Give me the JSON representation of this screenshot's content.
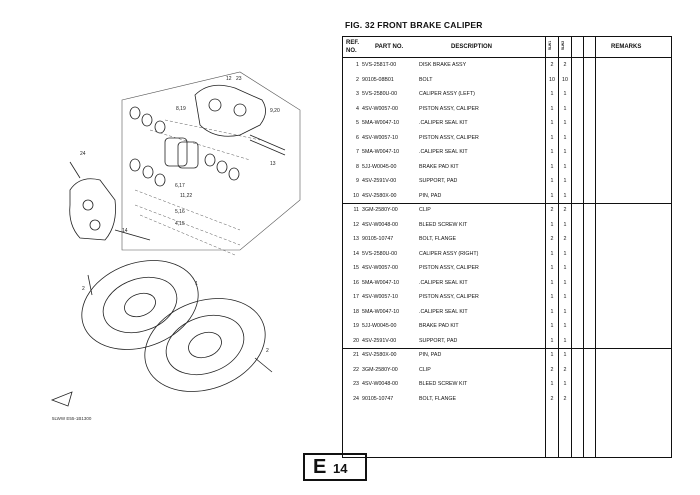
{
  "figure": {
    "title": "FIG. 32  FRONT BRAKE CALIPER",
    "footnote": "5LWW E55-1B1300"
  },
  "table": {
    "headers": {
      "ref": "REF.",
      "ref2": "NO.",
      "part_no": "PART NO.",
      "description": "DESCRIPTION",
      "q1": "5LW1",
      "q2": "5LW2",
      "remarks": "REMARKS"
    },
    "rows": [
      {
        "ref": "1",
        "part_no": "5VS-2581T-00",
        "desc": "DISK BRAKE ASSY",
        "q1": "2",
        "q2": "2"
      },
      {
        "ref": "2",
        "part_no": "90105-08B01",
        "desc": "BOLT",
        "q1": "10",
        "q2": "10"
      },
      {
        "ref": "3",
        "part_no": "5VS-2580U-00",
        "desc": "CALIPER ASSY (LEFT)",
        "q1": "1",
        "q2": "1"
      },
      {
        "ref": "4",
        "part_no": "4SV-W0057-00",
        "desc": "PISTON ASSY, CALIPER",
        "q1": "1",
        "q2": "1"
      },
      {
        "ref": "5",
        "part_no": "5MA-W0047-10",
        "desc": ".CALIPER SEAL KIT",
        "q1": "1",
        "q2": "1"
      },
      {
        "ref": "6",
        "part_no": "4SV-W0057-10",
        "desc": "PISTON ASSY, CALIPER",
        "q1": "1",
        "q2": "1"
      },
      {
        "ref": "7",
        "part_no": "5MA-W0047-10",
        "desc": ".CALIPER SEAL KIT",
        "q1": "1",
        "q2": "1"
      },
      {
        "ref": "8",
        "part_no": "5JJ-W0045-00",
        "desc": "BRAKE PAD KIT",
        "q1": "1",
        "q2": "1"
      },
      {
        "ref": "9",
        "part_no": "4SV-2591V-00",
        "desc": "SUPPORT, PAD",
        "q1": "1",
        "q2": "1"
      },
      {
        "ref": "10",
        "part_no": "4SV-2580X-00",
        "desc": "PIN, PAD",
        "q1": "1",
        "q2": "1"
      },
      {
        "ref": "11",
        "part_no": "3GM-2580Y-00",
        "desc": "CLIP",
        "q1": "2",
        "q2": "2"
      },
      {
        "ref": "12",
        "part_no": "4SV-W0048-00",
        "desc": "BLEED SCREW KIT",
        "q1": "1",
        "q2": "1"
      },
      {
        "ref": "13",
        "part_no": "90105-10747",
        "desc": "BOLT, FLANGE",
        "q1": "2",
        "q2": "2"
      },
      {
        "ref": "14",
        "part_no": "5VS-2580U-00",
        "desc": "CALIPER ASSY (RIGHT)",
        "q1": "1",
        "q2": "1"
      },
      {
        "ref": "15",
        "part_no": "4SV-W0057-00",
        "desc": "PISTON ASSY, CALIPER",
        "q1": "1",
        "q2": "1"
      },
      {
        "ref": "16",
        "part_no": "5MA-W0047-10",
        "desc": ".CALIPER SEAL KIT",
        "q1": "1",
        "q2": "1"
      },
      {
        "ref": "17",
        "part_no": "4SV-W0057-10",
        "desc": "PISTON ASSY, CALIPER",
        "q1": "1",
        "q2": "1"
      },
      {
        "ref": "18",
        "part_no": "5MA-W0047-10",
        "desc": ".CALIPER SEAL KIT",
        "q1": "1",
        "q2": "1"
      },
      {
        "ref": "19",
        "part_no": "5JJ-W0045-00",
        "desc": "BRAKE PAD KIT",
        "q1": "1",
        "q2": "1"
      },
      {
        "ref": "20",
        "part_no": "4SV-2591V-00",
        "desc": "SUPPORT, PAD",
        "q1": "1",
        "q2": "1"
      },
      {
        "ref": "21",
        "part_no": "4SV-2580X-00",
        "desc": "PIN, PAD",
        "q1": "1",
        "q2": "1"
      },
      {
        "ref": "22",
        "part_no": "3GM-2580Y-00",
        "desc": "CLIP",
        "q1": "2",
        "q2": "2"
      },
      {
        "ref": "23",
        "part_no": "4SV-W0048-00",
        "desc": "BLEED SCREW KIT",
        "q1": "1",
        "q2": "1"
      },
      {
        "ref": "24",
        "part_no": "90105-10747",
        "desc": "BOLT, FLANGE",
        "q1": "2",
        "q2": "2"
      }
    ]
  },
  "page_label": {
    "letter": "E",
    "number": "14"
  }
}
